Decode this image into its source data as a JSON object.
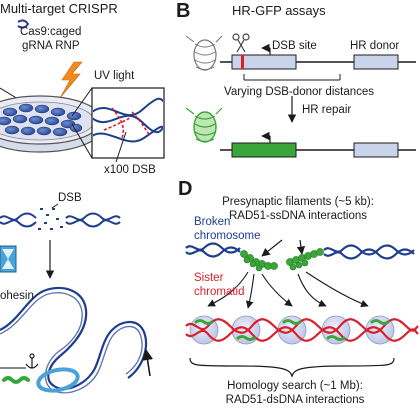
{
  "panel_letters": {
    "b": "B",
    "d": "D"
  },
  "panel_a": {
    "title": "Multi-target CRISPR",
    "rnp_line1": "Cas9:caged",
    "rnp_line2": "gRNA RNP",
    "uv_label": "UV light",
    "dsb_count": "x100 DSB"
  },
  "panel_b": {
    "title": "HR-GFP assays",
    "dsb_site": "DSB site",
    "hr_donor": "HR donor",
    "distance_label": "Varying DSB-donor distances",
    "repair_label": "HR repair"
  },
  "panel_c": {
    "dsb_label": "DSB",
    "cohesin_partial": "ohesin"
  },
  "panel_d": {
    "presynaptic_line1": "Presynaptic filaments (~5 kb):",
    "presynaptic_line2": "RAD51-ssDNA interactions",
    "broken_line1": "Broken",
    "broken_line2": "chromosome",
    "sister_line1": "Sister",
    "sister_line2": "chromatid",
    "homology_line1": "Homology search (~1 Mb):",
    "homology_line2": "RAD51-dsDNA interactions"
  },
  "colors": {
    "dna_blue": "#1f3d8f",
    "dna_red": "#d8202a",
    "rad51_green": "#3aa639",
    "box_fill": "#c9d3ea",
    "uv_orange": "#f08c1e",
    "cohesin_blue": "#4aa3d8"
  }
}
